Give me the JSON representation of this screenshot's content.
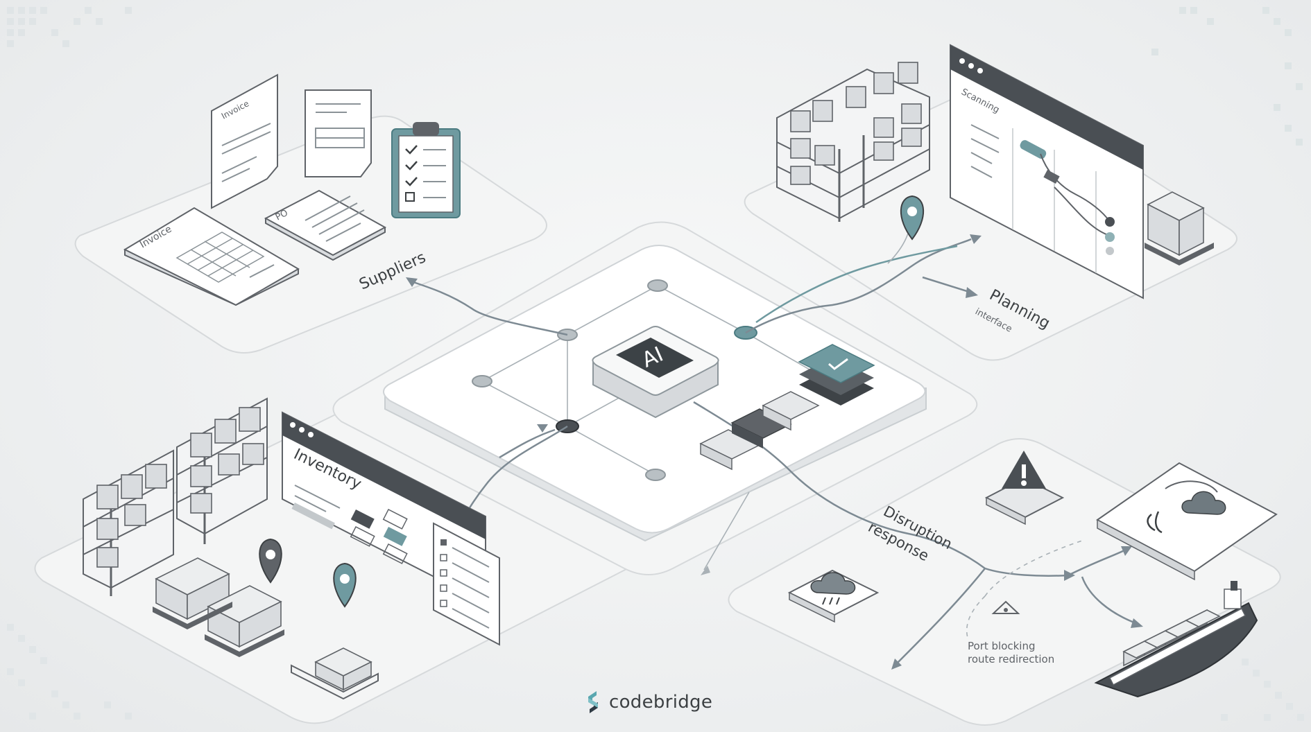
{
  "labels": {
    "suppliers": "Suppliers",
    "planning": "Planning",
    "planning_sub": "interface",
    "inventory": "Inventory",
    "disruption_line1": "Disruption",
    "disruption_line2": "response",
    "port_line1": "Port blocking",
    "port_line2": "route redirection",
    "ai": "AI",
    "window_scanning": "Scanning",
    "doc_invoice_top": "Invoice",
    "doc_invoice_bottom": "Invoice",
    "doc_po": "PO"
  },
  "brand": {
    "name": "codebridge"
  },
  "colors": {
    "accent_teal": "#6f9aa0",
    "dark": "#4a4f54",
    "line_gray": "#7d8a93",
    "brand_teal": "#5aa7b0",
    "brand_dark": "#2f3a44"
  },
  "icons": [
    "invoice-icon",
    "po-document-icon",
    "checklist-icon",
    "warehouse-shelves-icon",
    "pallet-icon",
    "location-pin-icon",
    "ai-chip-icon",
    "checkmark-icon",
    "warning-icon",
    "storm-cloud-icon",
    "ship-icon",
    "brand-logo-icon"
  ]
}
